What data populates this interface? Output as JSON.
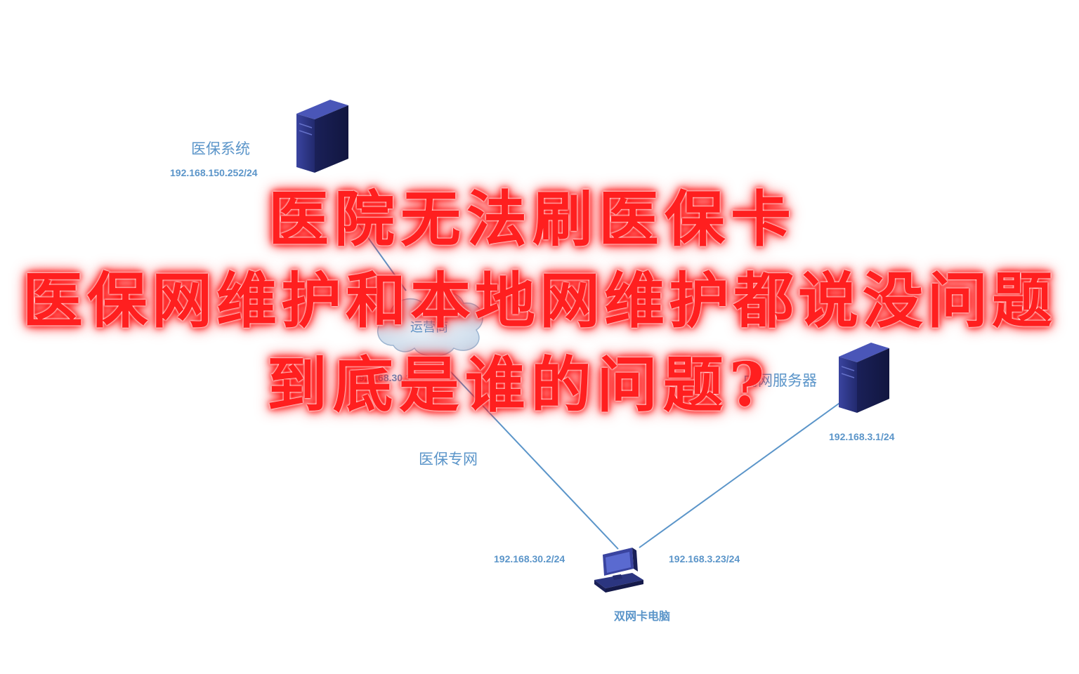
{
  "headline": {
    "line1": "医院无法刷医保卡",
    "line2": "医保网维护和本地网维护都说没问题",
    "line3": "到底是谁的问题?"
  },
  "nodes": {
    "medical_system": {
      "label": "医保系统",
      "ip": "192.168.150.252/24"
    },
    "carrier": {
      "label": "运营商",
      "ip": "192.168.30.1/24"
    },
    "intranet_server": {
      "label": "内网服务器",
      "ip": "192.168.3.1/24"
    },
    "pc": {
      "label": "双网卡电脑",
      "ip_left": "192.168.30.2/24",
      "ip_right": "192.168.3.23/24"
    }
  },
  "links": {
    "medical_private_net": "医保专网"
  },
  "colors": {
    "line": "#5b95c9",
    "server_front": "#2b3580",
    "headline": "#ff1f1f",
    "glow": "#ff0000"
  }
}
